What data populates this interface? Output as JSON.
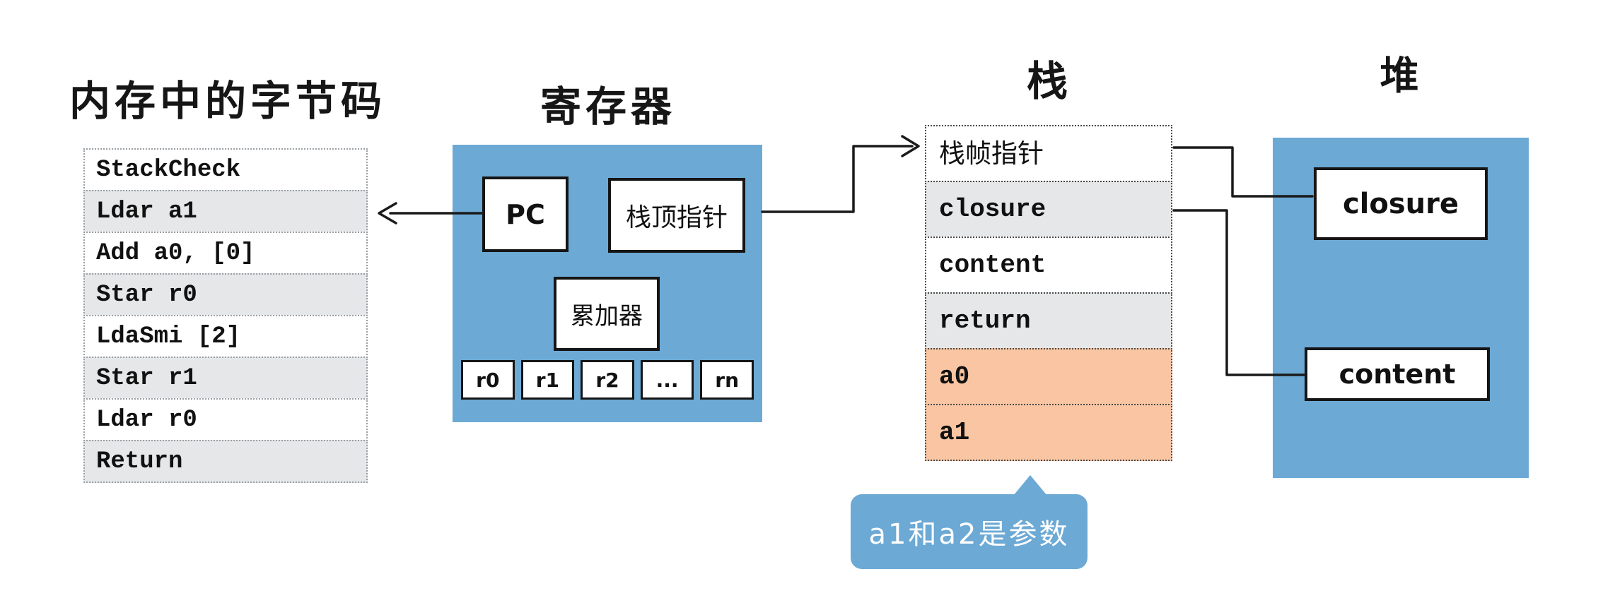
{
  "titles": {
    "bytecode": "内存中的字节码",
    "registers": "寄存器",
    "stack": "栈",
    "heap": "堆"
  },
  "bytecode": {
    "rows": [
      {
        "label": "StackCheck"
      },
      {
        "label": "Ldar a1"
      },
      {
        "label": "Add a0, [0]"
      },
      {
        "label": "Star r0"
      },
      {
        "label": "LdaSmi [2]"
      },
      {
        "label": "Star r1"
      },
      {
        "label": "Ldar r0"
      },
      {
        "label": "Return"
      }
    ]
  },
  "registers": {
    "pc": "PC",
    "stack_top_pointer": "栈顶指针",
    "accumulator": "累加器",
    "cells": [
      {
        "label": "r0"
      },
      {
        "label": "r1"
      },
      {
        "label": "r2"
      },
      {
        "label": "..."
      },
      {
        "label": "rn"
      }
    ]
  },
  "stack": {
    "rows": [
      {
        "label": "栈帧指针"
      },
      {
        "label": "closure"
      },
      {
        "label": "content"
      },
      {
        "label": "return"
      },
      {
        "label": "a0"
      },
      {
        "label": "a1"
      }
    ]
  },
  "heap": {
    "closure": "closure",
    "content": "content"
  },
  "callout": {
    "text": "a1和a2是参数"
  },
  "colors": {
    "blue": "#6CA9D5",
    "gray": "#e6e7e9",
    "param": "#f9c5a2"
  }
}
